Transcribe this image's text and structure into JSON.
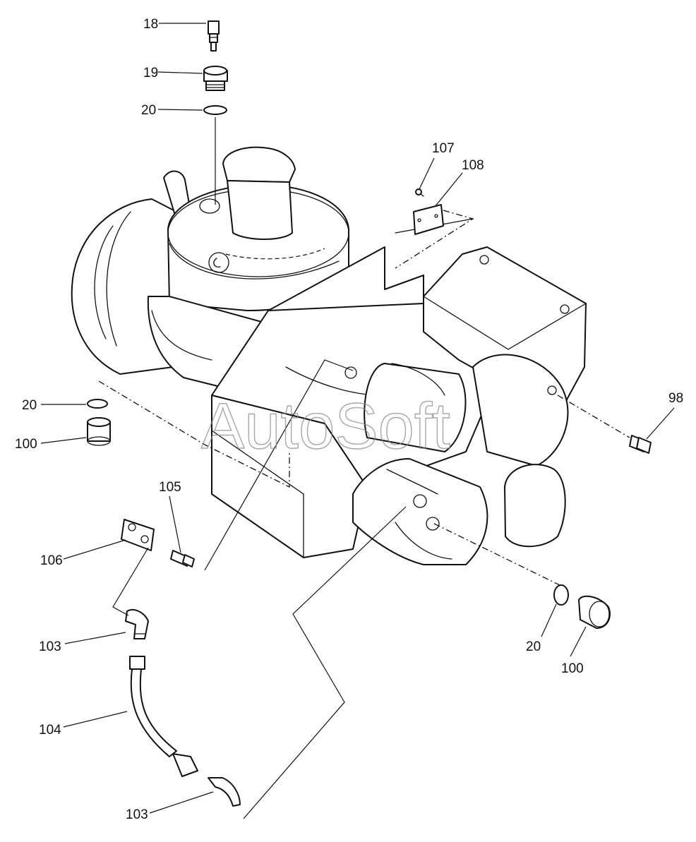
{
  "watermark": "AutoSoft",
  "callouts": [
    {
      "id": "c18",
      "text": "18"
    },
    {
      "id": "c19",
      "text": "19"
    },
    {
      "id": "c20a",
      "text": "20"
    },
    {
      "id": "c107",
      "text": "107"
    },
    {
      "id": "c108",
      "text": "108"
    },
    {
      "id": "c20b",
      "text": "20"
    },
    {
      "id": "c100a",
      "text": "100"
    },
    {
      "id": "c98",
      "text": "98"
    },
    {
      "id": "c105",
      "text": "105"
    },
    {
      "id": "c106",
      "text": "106"
    },
    {
      "id": "c103a",
      "text": "103"
    },
    {
      "id": "c20c",
      "text": "20"
    },
    {
      "id": "c100b",
      "text": "100"
    },
    {
      "id": "c104",
      "text": "104"
    },
    {
      "id": "c103b",
      "text": "103"
    }
  ]
}
